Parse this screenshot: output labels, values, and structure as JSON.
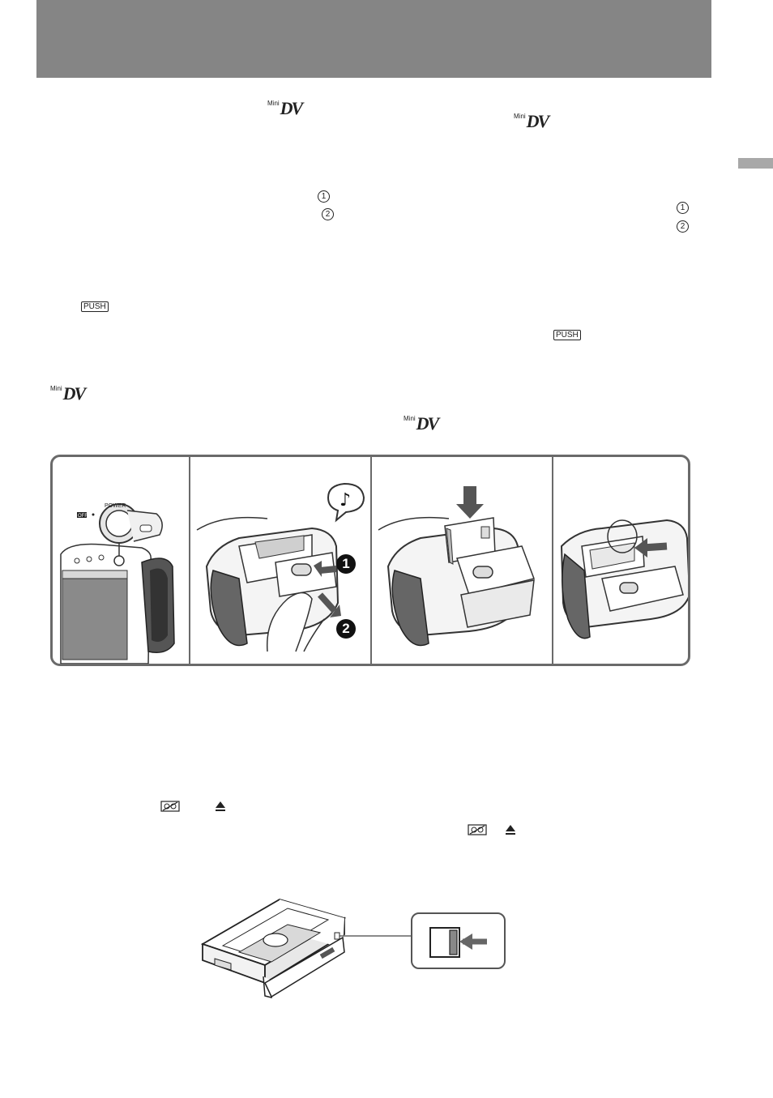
{
  "logo": {
    "mini": "Mini",
    "dv": "DV"
  },
  "markers": {
    "one": "1",
    "two": "2"
  },
  "push_label": "PUSH",
  "figure": {
    "power_label": "POWER",
    "off_label": "OFF",
    "step1": "1",
    "step2": "2"
  },
  "icons": {
    "cassette_protect": "tape-protect-icon",
    "eject": "eject-icon",
    "note": "music-note-icon"
  },
  "colors": {
    "header": "#858585",
    "tab": "#a8a8a8",
    "frame": "#6a6a6a"
  }
}
